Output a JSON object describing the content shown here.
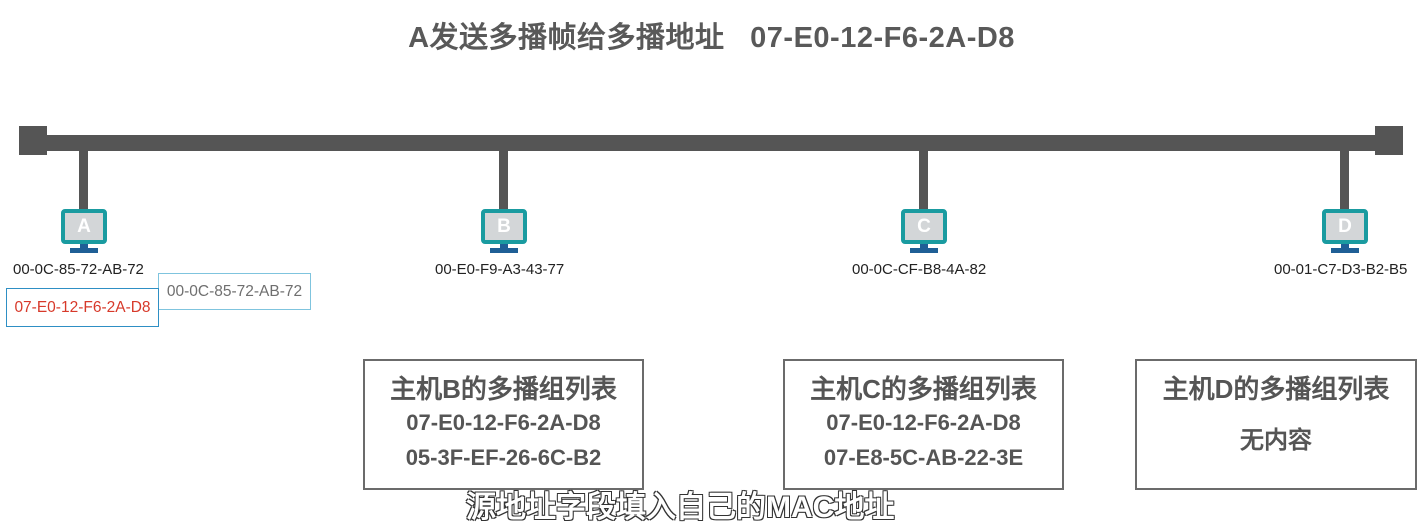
{
  "title": "A发送多播帧给多播地址   07-E0-12-F6-2A-D8",
  "colors": {
    "bus": "#555555",
    "monitor_frame": "#1a9ba0",
    "monitor_screen": "#d3d6d8",
    "monitor_stand": "#1f5f96",
    "dest_text": "#d7392a",
    "dest_border": "#2e8fc4",
    "src_border": "#7fc4de",
    "box_border": "#6b6b6b"
  },
  "hosts": [
    {
      "label": "A",
      "mac": "00-0C-85-72-AB-72"
    },
    {
      "label": "B",
      "mac": "00-E0-F9-A3-43-77"
    },
    {
      "label": "C",
      "mac": "00-0C-CF-B8-4A-82"
    },
    {
      "label": "D",
      "mac": "00-01-C7-D3-B2-B5"
    }
  ],
  "frame": {
    "destination": "07-E0-12-F6-2A-D8",
    "source": "00-0C-85-72-AB-72"
  },
  "groups": [
    {
      "title": "主机B的多播组列表",
      "items": [
        "07-E0-12-F6-2A-D8",
        "05-3F-EF-26-6C-B2"
      ]
    },
    {
      "title": "主机C的多播组列表",
      "items": [
        "07-E0-12-F6-2A-D8",
        "07-E8-5C-AB-22-3E"
      ]
    },
    {
      "title": "主机D的多播组列表",
      "empty": "无内容"
    }
  ],
  "subtitle": "源地址字段填入自己的MAC地址"
}
